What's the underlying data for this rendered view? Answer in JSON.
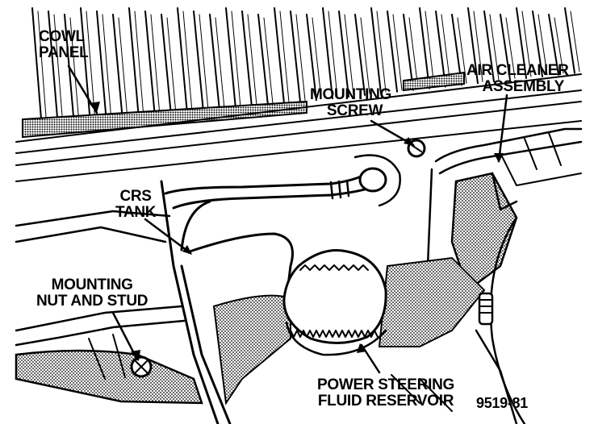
{
  "labels": {
    "cowl_panel_line1": "COWL",
    "cowl_panel_line2": "PANEL",
    "mounting_screw_line1": "MOUNTING",
    "mounting_screw_line2": "SCREW",
    "air_cleaner_line1": "AIR CLEANER",
    "air_cleaner_line2": "ASSEMBLY",
    "crs_tank_line1": "CRS",
    "crs_tank_line2": "TANK",
    "mounting_nut_line1": "MOUNTING",
    "mounting_nut_line2": "NUT AND STUD",
    "ps_reservoir_line1": "POWER STEERING",
    "ps_reservoir_line2": "FLUID RESERVOIR",
    "figure_number": "9519-81"
  }
}
